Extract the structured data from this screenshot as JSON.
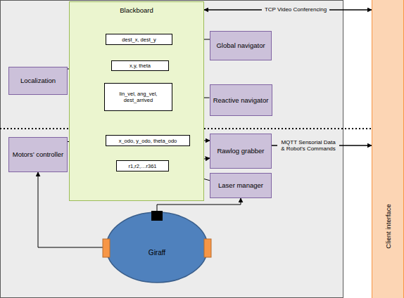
{
  "diagram": {
    "nodes": [
      {
        "text": [
          "Blackboard"
        ]
      },
      {
        "text": [
          "dest_x, dest_y"
        ],
        "in": 0
      },
      {
        "text": [
          "x,y, theta"
        ],
        "in": 0
      },
      {
        "text": [
          "lin_vel, ang_vel, dest_arrived"
        ],
        "in": 0
      },
      {
        "text": [
          "x_odo, y_odo, theta_odo"
        ],
        "in": 0
      },
      {
        "text": [
          "r1,r2,…r361"
        ],
        "in": 0
      },
      {
        "text": [
          "Global navigator"
        ]
      },
      {
        "text": [
          "Localization"
        ]
      },
      {
        "text": [
          "Reactive navigator"
        ]
      },
      {
        "text": [
          "Motors’ controller"
        ]
      },
      {
        "text": [
          "Rawlog grabber"
        ]
      },
      {
        "text": [
          "Laser manager"
        ]
      },
      {
        "text": [
          "Giraff"
        ]
      },
      {
        "text": [
          "Client interface"
        ]
      }
    ],
    "edges": [
      {
        "from": 6,
        "to": 1,
        "arrow": "to"
      },
      {
        "from": 7,
        "to": 2,
        "arrow": "to"
      },
      {
        "from": 8,
        "to": 3,
        "arrow": "to"
      },
      {
        "from": 9,
        "to": 4,
        "arrow": "to"
      },
      {
        "from": 4,
        "to": 10,
        "arrow": "to"
      },
      {
        "from": 5,
        "to": 10,
        "arrow": "to"
      },
      {
        "from": 11,
        "to": 5,
        "arrow": "to"
      },
      {
        "from": 12,
        "to": 9,
        "arrow": "to"
      },
      {
        "from": 12,
        "to": 11,
        "arrow": "to"
      },
      {
        "from": 0,
        "to": 13,
        "label": "TCP Video Conferencing",
        "arrow": "both"
      },
      {
        "from": 10,
        "to": 13,
        "label": "MQTT Sensorial Data & Robot's Commands",
        "arrow": "to"
      }
    ]
  }
}
